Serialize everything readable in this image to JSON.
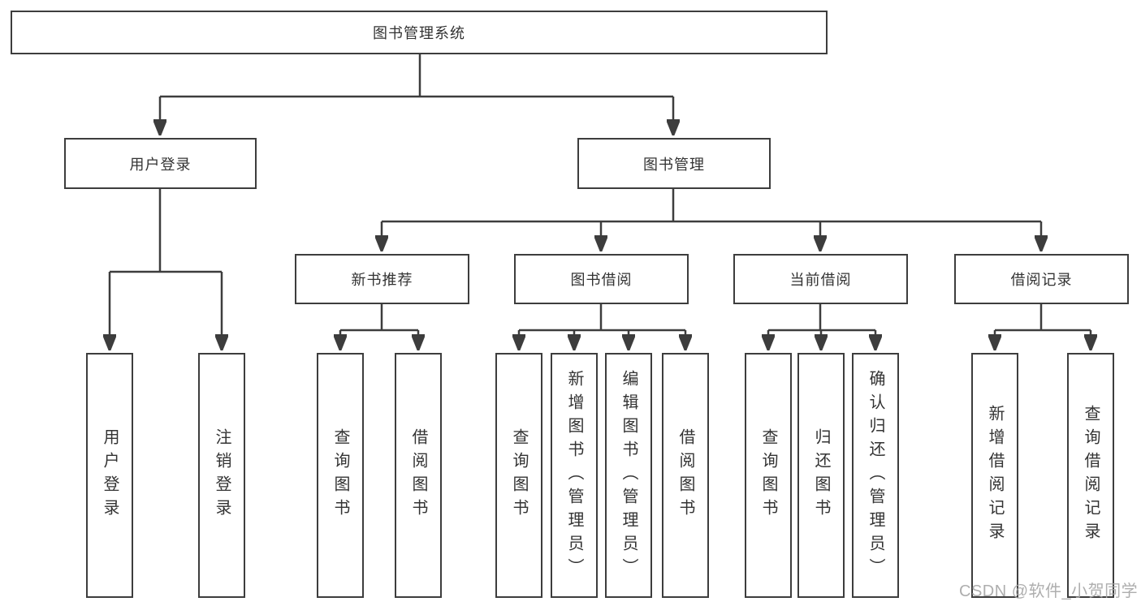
{
  "tree": {
    "root": "图书管理系统",
    "children": [
      {
        "label": "用户登录",
        "children": [
          "用户登录",
          "注销登录"
        ]
      },
      {
        "label": "图书管理",
        "children": [
          {
            "label": "新书推荐",
            "children": [
              "查询图书",
              "借阅图书"
            ]
          },
          {
            "label": "图书借阅",
            "children": [
              "查询图书",
              "新增图书（管理员）",
              "编辑图书（管理员）",
              "借阅图书"
            ]
          },
          {
            "label": "当前借阅",
            "children": [
              "查询图书",
              "归还图书",
              "确认归还（管理员）"
            ]
          },
          {
            "label": "借阅记录",
            "children": [
              "新增借阅记录",
              "查询借阅记录"
            ]
          }
        ]
      }
    ]
  },
  "watermark": "CSDN @软件_小贺同学",
  "colors": {
    "line": "#3d3d3d",
    "text": "#333333",
    "watermark": "#a6a6a6",
    "background": "#ffffff"
  }
}
